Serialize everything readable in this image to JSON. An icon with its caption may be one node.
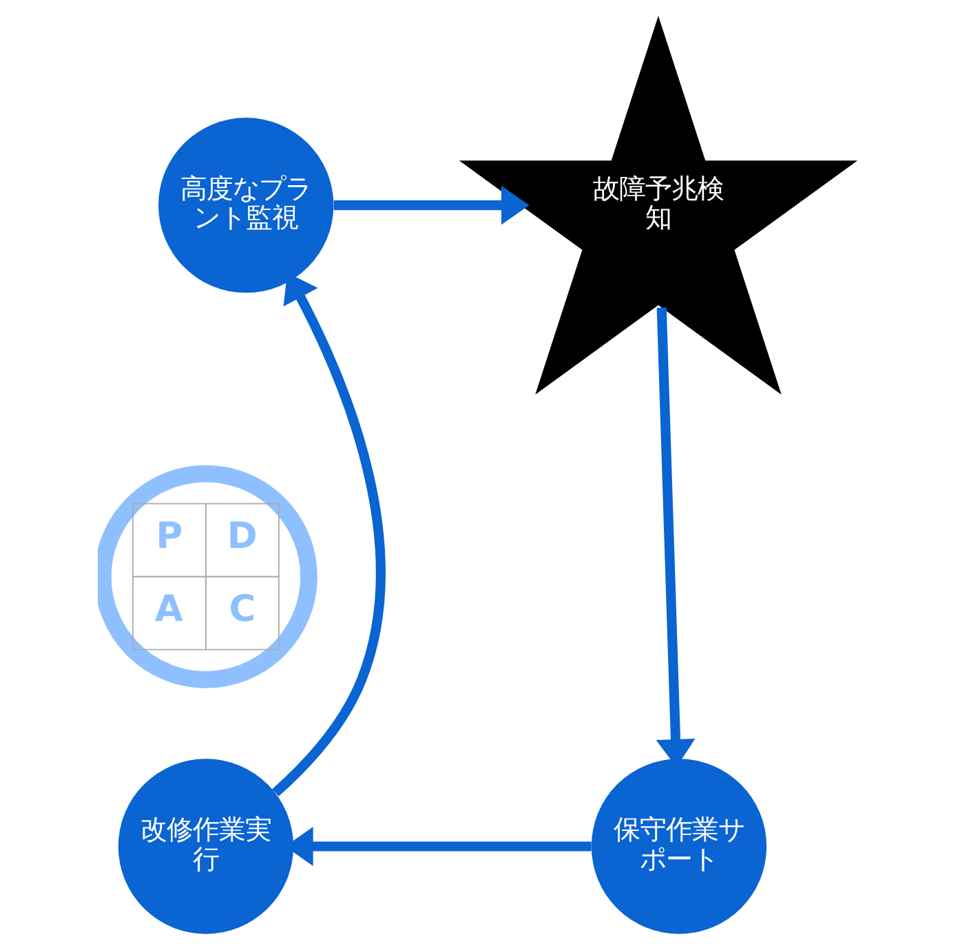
{
  "diagram": {
    "nodes": [
      {
        "text": [
          "高度なプラント監視"
        ]
      },
      {
        "text": [
          "故障予兆検知"
        ]
      },
      {
        "text": [
          "保守作業サポート"
        ]
      },
      {
        "text": [
          "改修作業実行"
        ]
      }
    ],
    "edges": [
      {
        "from": 0,
        "to": 1,
        "arrow": "to"
      },
      {
        "from": 1,
        "to": 2,
        "arrow": "to"
      },
      {
        "from": 2,
        "to": 3,
        "arrow": "to"
      },
      {
        "from": 3,
        "to": 0,
        "arrow": "to"
      }
    ],
    "labels": [
      "P",
      "D",
      "A",
      "C"
    ]
  }
}
